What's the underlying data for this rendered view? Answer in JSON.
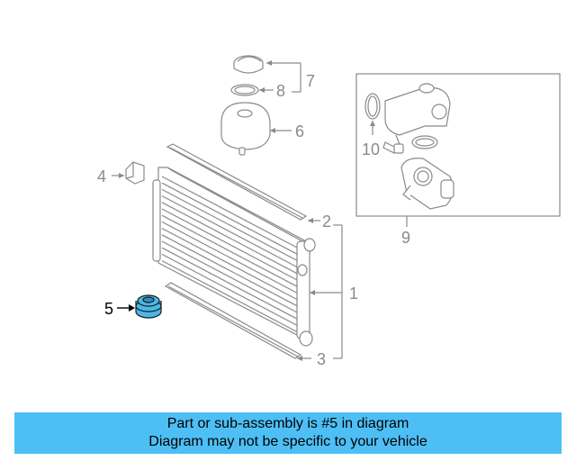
{
  "callouts": {
    "c1": "1",
    "c2": "2",
    "c3": "3",
    "c4": "4",
    "c5": "5",
    "c6": "6",
    "c7": "7",
    "c8": "8",
    "c9": "9",
    "c10": "10"
  },
  "banner": {
    "line1": "Part or sub-assembly is #5 in diagram",
    "line2": "Diagram may not be specific to your vehicle"
  },
  "colors": {
    "line": "#8a8a8a",
    "highlight_part": "#4ab8e8",
    "banner_bg": "#4dbff5"
  },
  "highlighted_part": "5"
}
